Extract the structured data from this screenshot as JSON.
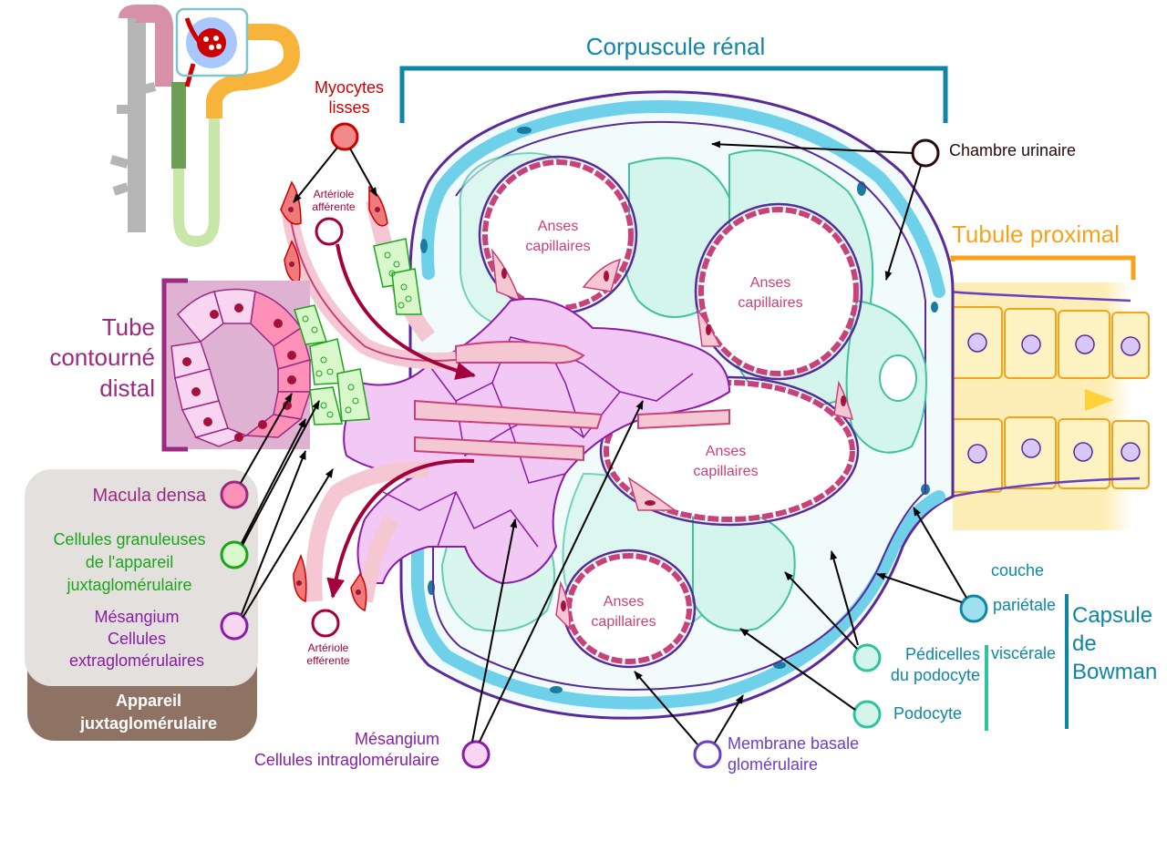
{
  "colors": {
    "teal": "#0e86a4",
    "orange": "#f5a31a",
    "red": "#cc0000",
    "pink": "#c9407a",
    "purple_dark": "#9b2a82",
    "green": "#1aa51a",
    "violet": "#8a1ca8",
    "podocyte": "#2fc4a0",
    "membrane": "#6b3fc4",
    "capsule_blue": "#60c8e6",
    "brown": "#8e7263",
    "gray_box": "#e4e0de"
  },
  "labels": {
    "corpuscule": "Corpuscule rénal",
    "tubule_proximal": "Tubule proximal",
    "chambre_urinaire": "Chambre urinaire",
    "myocytes": "Myocytes\nlisses",
    "arteriole_afferente": "Artériole\nafférente",
    "arteriole_efferente": "Artériole\nefférente",
    "tube_distal": "Tube\ncontourné\ndistal",
    "macula_densa": "Macula densa",
    "cellules_granuleuses": "Cellules granuleuses\nde l'appareil\njuxtaglomérulaire",
    "mesangium_extra": "Mésangium\nCellules\nextraglomérulaires",
    "appareil_juxta": "Appareil\njuxtaglomérulaire",
    "mesangium_intra": "Mésangium\nCellules intraglomérulaire",
    "membrane_basale": "Membrane basale\nglomérulaire",
    "couche": "couche",
    "parietale": "pariétale",
    "viscerale": "viscérale",
    "pedicelles": "Pédicelles\ndu podocyte",
    "podocyte": "Podocyte",
    "capsule_bowman": "Capsule\nde\nBowman",
    "anses_1": "Anses\ncapillaires",
    "anses_2": "Anses\ncapillaires",
    "anses_3": "Anses\ncapillaires",
    "anses_4": "Anses\ncapillaires"
  }
}
